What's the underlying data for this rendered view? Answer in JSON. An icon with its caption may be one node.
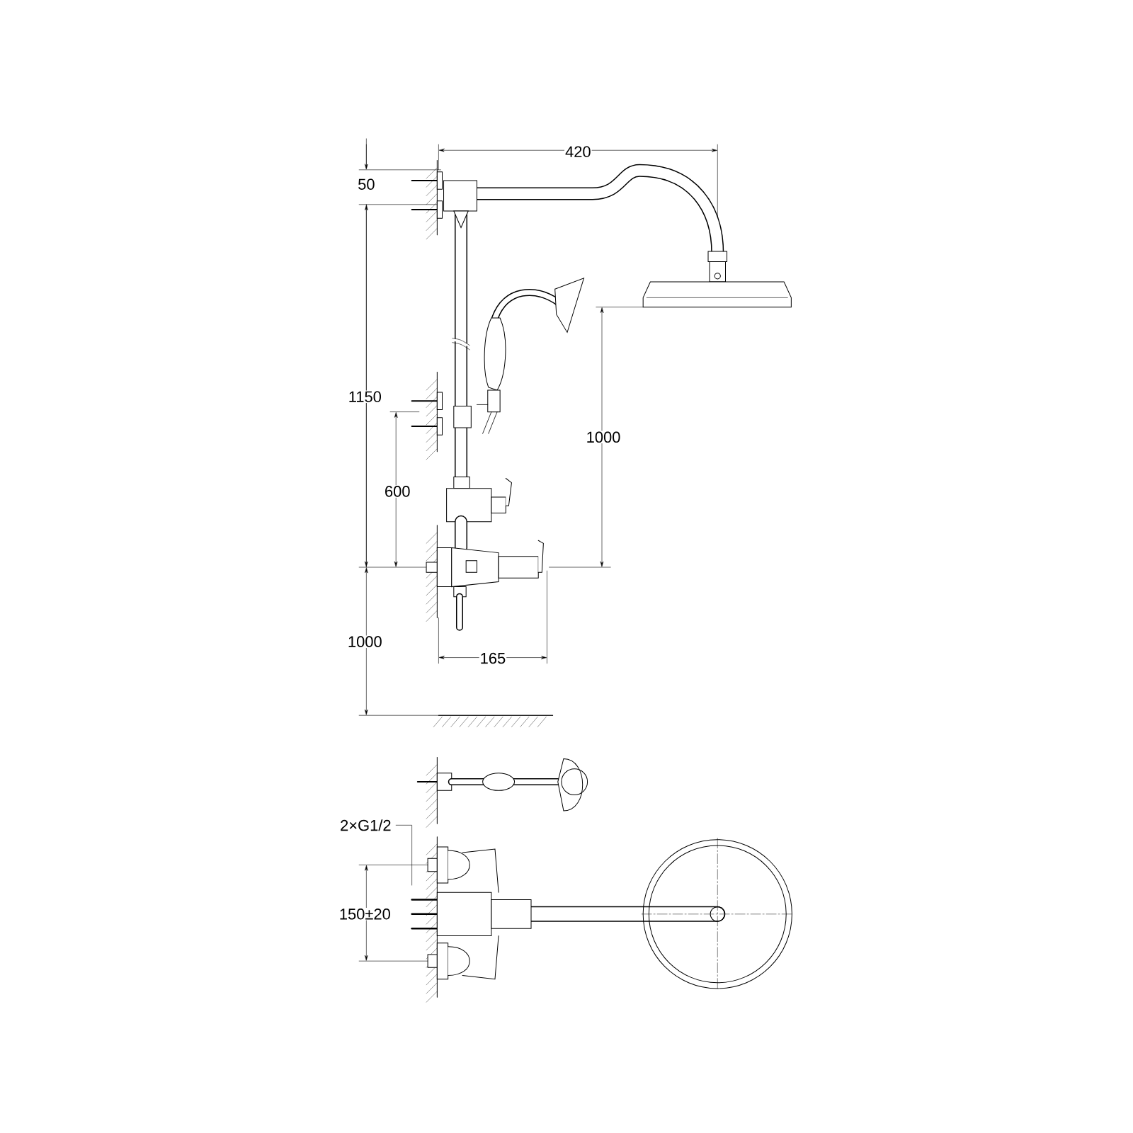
{
  "diagram": {
    "labels": [
      "420",
      "50",
      "1150",
      "1000",
      "600",
      "1000",
      "165",
      "2×G1/2",
      "150±20"
    ]
  }
}
